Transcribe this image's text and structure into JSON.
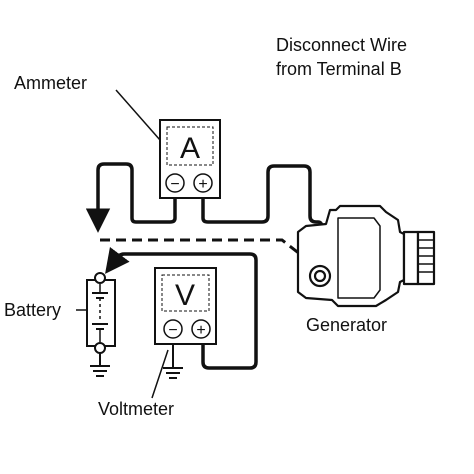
{
  "labels": {
    "note_line1": "Disconnect Wire",
    "note_line2": "from Terminal B",
    "ammeter": "Ammeter",
    "battery": "Battery",
    "voltmeter": "Voltmeter",
    "generator": "Generator"
  },
  "ammeter": {
    "symbol": "A",
    "minus": "−",
    "plus": "+"
  },
  "voltmeter": {
    "symbol": "V",
    "minus": "−",
    "plus": "+"
  }
}
